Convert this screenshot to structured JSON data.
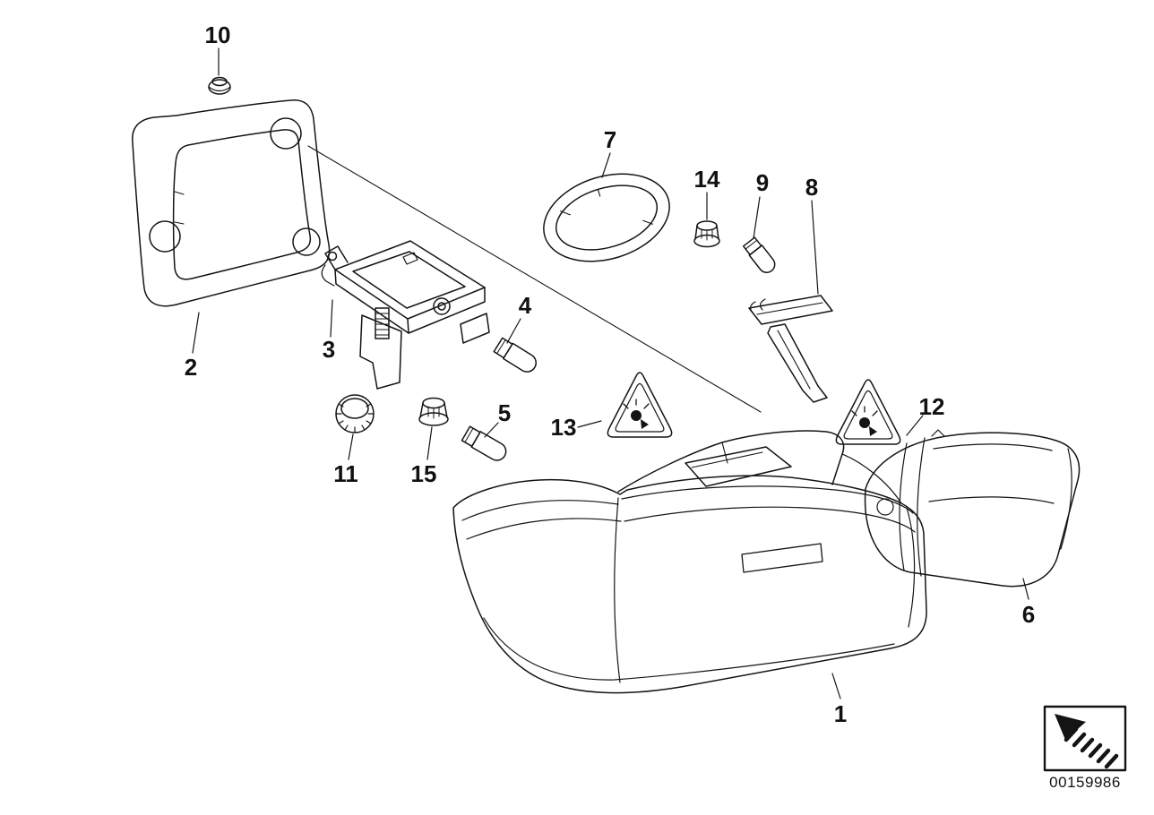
{
  "colors": {
    "background": "#ffffff",
    "line": "#141414"
  },
  "callouts": [
    {
      "label": "1"
    },
    {
      "label": "2"
    },
    {
      "label": "3"
    },
    {
      "label": "4"
    },
    {
      "label": "5"
    },
    {
      "label": "6"
    },
    {
      "label": "7"
    },
    {
      "label": "8"
    },
    {
      "label": "9"
    },
    {
      "label": "10"
    },
    {
      "label": "11"
    },
    {
      "label": "12"
    },
    {
      "label": "13"
    },
    {
      "label": "14"
    },
    {
      "label": "15"
    }
  ],
  "icons": {
    "warning_triangle": "bulb-warning-triangle-icon",
    "logo": "catalog-arrow-icon"
  },
  "footer": {
    "doc_number": "00159986"
  }
}
